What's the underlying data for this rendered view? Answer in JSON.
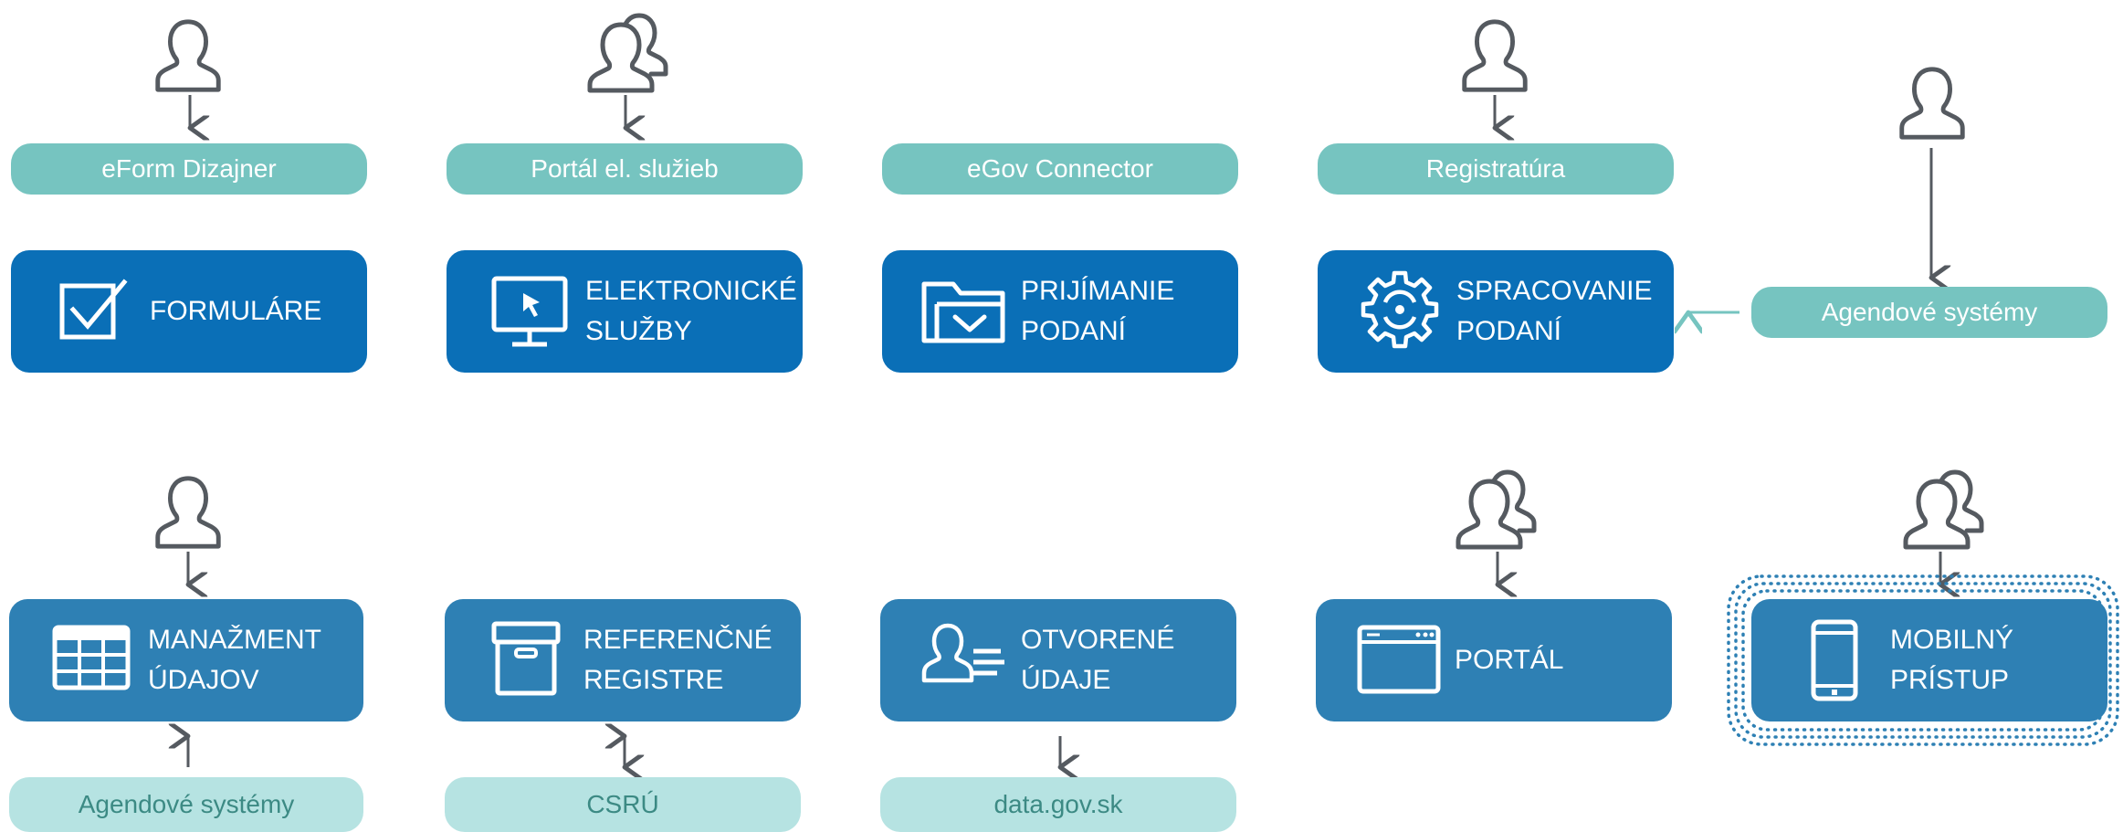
{
  "colors": {
    "teal_pill": "#76c4c0",
    "light_pill": "#b6e3e2",
    "card_dark_blue": "#0a6fb7",
    "card_mid_blue": "#2e80b4",
    "icon_gray": "#555a60"
  },
  "top_row": [
    {
      "user_icon": "single-user-icon",
      "tool": "eForm Dizajner",
      "module": [
        "FORMULÁRE"
      ],
      "icon": "checkbox-icon"
    },
    {
      "user_icon": "user-group-icon",
      "tool": "Portál el. služieb",
      "module": [
        "ELEKTRONICKÉ",
        "SLUŽBY"
      ],
      "icon": "monitor-cursor-icon"
    },
    {
      "tool": "eGov Connector",
      "module": [
        "PRIJÍMANIE",
        "PODANÍ"
      ],
      "icon": "folder-check-icon"
    },
    {
      "user_icon": "single-user-icon",
      "tool": "Registratúra",
      "module": [
        "SPRACOVANIE",
        "PODANÍ"
      ],
      "icon": "gear-icon"
    }
  ],
  "side_source": {
    "user_icon": "single-user-icon",
    "label": "Agendové systémy"
  },
  "bottom_row": [
    {
      "user_icon": "single-user-icon",
      "module": [
        "MANAŽMENT",
        "ÚDAJOV"
      ],
      "icon": "table-icon",
      "source": "Agendové systémy",
      "arrow": "up"
    },
    {
      "module": [
        "REFERENČNÉ",
        "REGISTRE"
      ],
      "icon": "archive-box-icon",
      "source": "CSRÚ",
      "arrow": "both"
    },
    {
      "module": [
        "OTVORENÉ",
        "ÚDAJE"
      ],
      "icon": "open-data-icon",
      "source": "data.gov.sk",
      "arrow": "down"
    },
    {
      "user_icon": "user-group-icon",
      "module": [
        "PORTÁL"
      ],
      "icon": "browser-window-icon"
    },
    {
      "user_icon": "user-group-icon",
      "module": [
        "MOBILNÝ",
        "PRÍSTUP"
      ],
      "icon": "smartphone-icon"
    }
  ]
}
